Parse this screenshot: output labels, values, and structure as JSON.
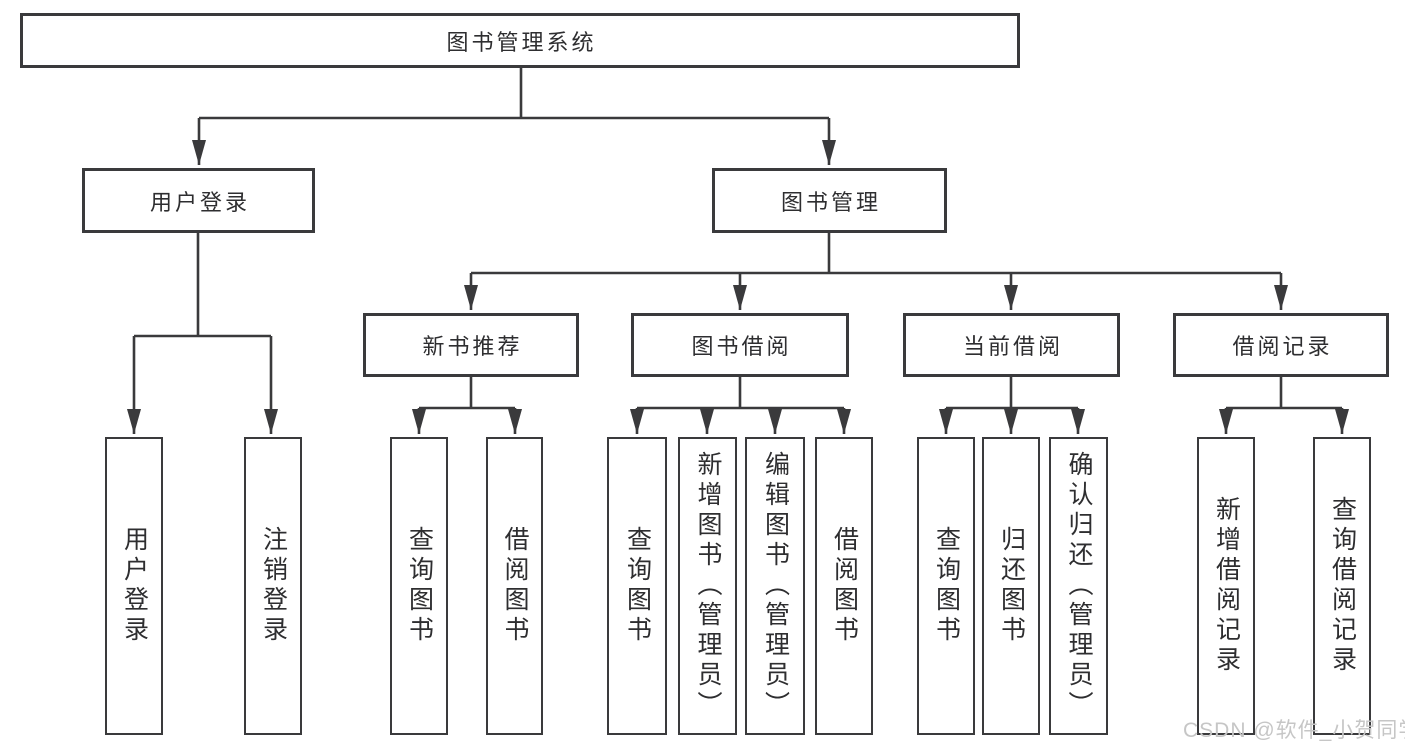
{
  "diagram_type": "hierarchy",
  "tree": {
    "label": "图书管理系统",
    "children": [
      {
        "label": "用户登录",
        "children": [
          {
            "label": "用户登录"
          },
          {
            "label": "注销登录"
          }
        ]
      },
      {
        "label": "图书管理",
        "children": [
          {
            "label": "新书推荐",
            "children": [
              {
                "label": "查询图书"
              },
              {
                "label": "借阅图书"
              }
            ]
          },
          {
            "label": "图书借阅",
            "children": [
              {
                "label": "查询图书"
              },
              {
                "label": "新增图书（管理员）"
              },
              {
                "label": "编辑图书（管理员）"
              },
              {
                "label": "借阅图书"
              }
            ]
          },
          {
            "label": "当前借阅",
            "children": [
              {
                "label": "查询图书"
              },
              {
                "label": "归还图书"
              },
              {
                "label": "确认归还（管理员）"
              }
            ]
          },
          {
            "label": "借阅记录",
            "children": [
              {
                "label": "新增借阅记录"
              },
              {
                "label": "查询借阅记录"
              }
            ]
          }
        ]
      }
    ]
  },
  "watermark": {
    "text": "CSDN @软件_小贺同学"
  },
  "colors": {
    "line": "#3a3a3c",
    "text": "#2e2e30",
    "background": "#ffffff",
    "watermark": "#c6c6c6"
  }
}
